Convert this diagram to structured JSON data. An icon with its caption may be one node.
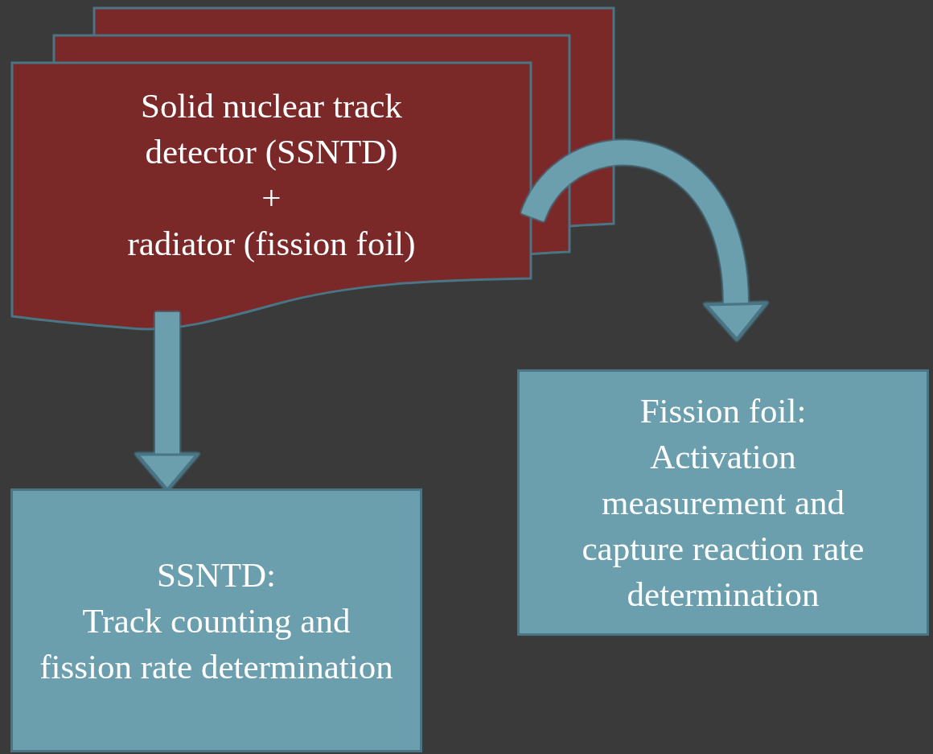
{
  "diagram": {
    "nodes": [
      {
        "text": [
          "Solid nuclear track detector (SSNTD)",
          "+",
          "radiator (fission foil)"
        ]
      },
      {
        "text": [
          "SSNTD:",
          "Track counting and fission rate determination"
        ]
      },
      {
        "text": [
          "Fission foil:",
          "Activation measurement and capture reaction rate determination"
        ]
      }
    ],
    "edges": [
      {
        "from": 0,
        "to": 1,
        "arrow": "to"
      },
      {
        "from": 0,
        "to": 2,
        "arrow": "to"
      }
    ]
  }
}
